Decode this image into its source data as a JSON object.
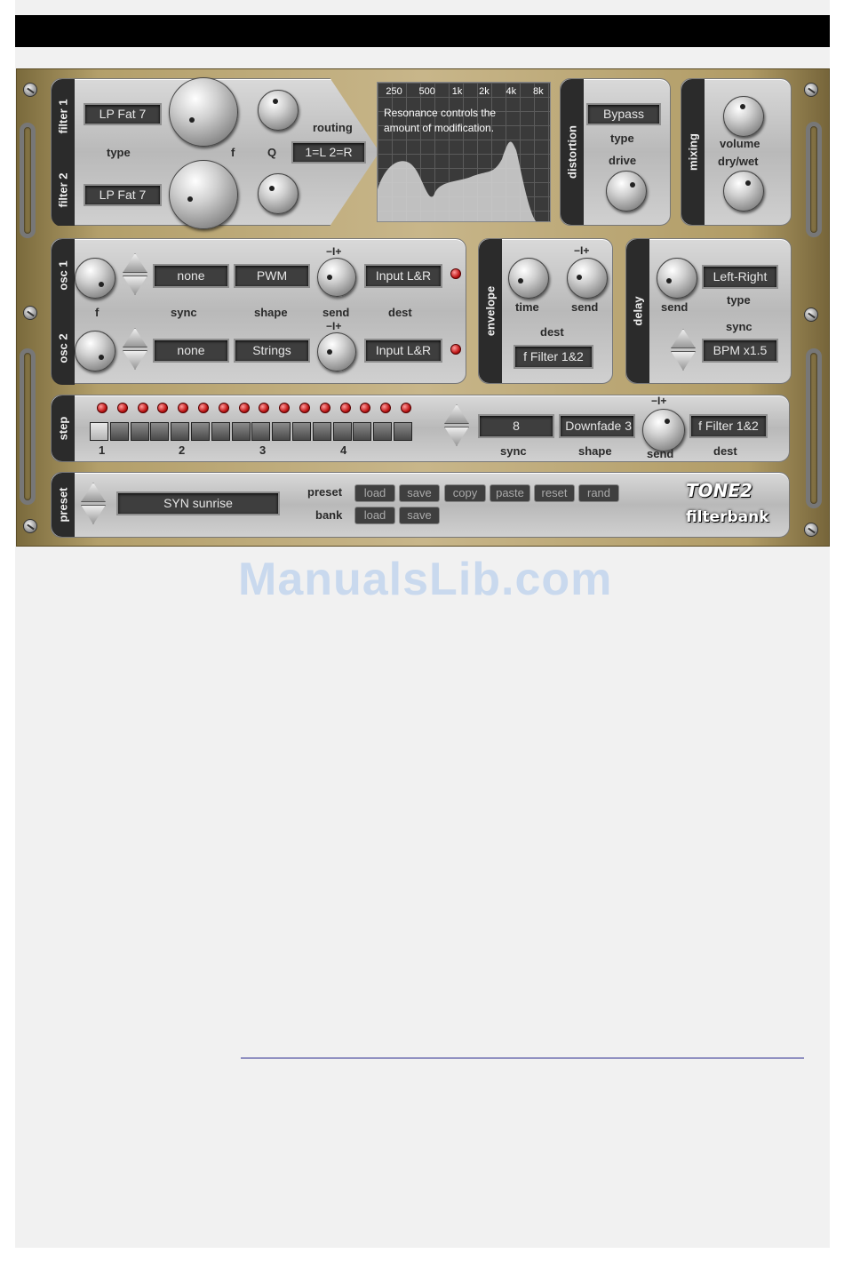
{
  "filter": {
    "title1": "filter 1",
    "title2": "filter 2",
    "type1": "LP Fat 7",
    "type2": "LP Fat 7",
    "type_label": "type",
    "f_label": "f",
    "q_label": "Q",
    "routing_label": "routing",
    "routing_value": "1=L 2=R"
  },
  "graph": {
    "freqs": [
      "250",
      "500",
      "1k",
      "2k",
      "4k",
      "8k"
    ],
    "help_line1": "Resonance controls the",
    "help_line2": "amount of modification."
  },
  "distortion": {
    "title": "distortion",
    "type_value": "Bypass",
    "type_label": "type",
    "drive_label": "drive"
  },
  "mixing": {
    "title": "mixing",
    "volume_label": "volume",
    "drywet_label": "dry/wet"
  },
  "osc": {
    "title1": "osc 1",
    "title2": "osc 2",
    "sync1": "none",
    "shape1": "PWM",
    "dest1": "Input L&R",
    "sync2": "none",
    "shape2": "Strings",
    "dest2": "Input L&R",
    "f_label": "f",
    "sync_label": "sync",
    "shape_label": "shape",
    "send_label": "send",
    "dest_label": "dest",
    "plusminus": "−I+"
  },
  "envelope": {
    "title": "envelope",
    "time_label": "time",
    "send_label": "send",
    "dest_label": "dest",
    "dest_value": "f Filter 1&2",
    "plusminus": "−I+"
  },
  "delay": {
    "title": "delay",
    "send_label": "send",
    "type_value": "Left-Right",
    "type_label": "type",
    "sync_label": "sync",
    "sync_value": "BPM x1.5"
  },
  "step": {
    "title": "step",
    "beats": [
      "1",
      "2",
      "3",
      "4"
    ],
    "sync_value": "8",
    "shape_value": "Downfade 3",
    "dest_value": "f Filter 1&2",
    "sync_label": "sync",
    "shape_label": "shape",
    "send_label": "send",
    "dest_label": "dest",
    "plusminus": "−I+"
  },
  "preset": {
    "title": "preset",
    "name": "SYN sunrise",
    "preset_label": "preset",
    "bank_label": "bank",
    "buttons": [
      "load",
      "save",
      "copy",
      "paste",
      "reset",
      "rand"
    ],
    "bank_buttons": [
      "load",
      "save"
    ]
  },
  "brand": {
    "logo1": "TONE2",
    "logo2": "filterbank"
  },
  "watermark": "ManualsLib.com"
}
